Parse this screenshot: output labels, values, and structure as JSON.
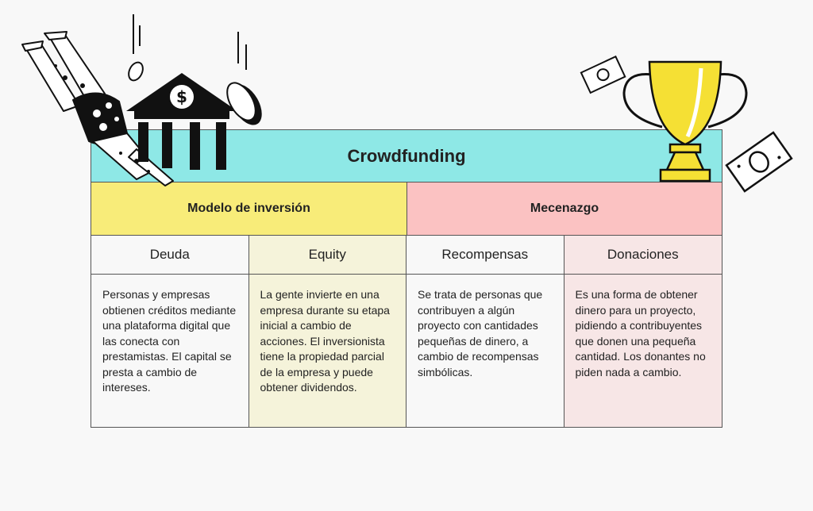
{
  "title": "Crowdfunding",
  "models": [
    {
      "label": "Modelo de inversión",
      "color": "#f8ec79"
    },
    {
      "label": "Mecenazgo",
      "color": "#fbc2c2"
    }
  ],
  "types": [
    {
      "name": "Deuda",
      "description": "Personas y empresas obtienen créditos mediante una plataforma digital que las conecta con prestamistas. El capital se presta a cambio de intereses."
    },
    {
      "name": "Equity",
      "description": "La gente invierte en una empresa durante su etapa inicial a cambio de acciones. El inversionista tiene la propiedad parcial de la empresa y puede obtener dividendos."
    },
    {
      "name": "Recompensas",
      "description": "Se trata de personas que contribuyen a algún proyecto con cantidades pequeñas de dinero, a cambio de recompensas simbólicas."
    },
    {
      "name": "Donaciones",
      "description": "Es una forma de obtener dinero para un proyecto, pidiendo a contribuyentes que donen una pequeña cantidad. Los donantes no piden nada a cambio."
    }
  ],
  "colors": {
    "title_bg": "#8ee8e6",
    "investment_bg": "#f8ec79",
    "patronage_bg": "#fbc2c2",
    "equity_bg": "#f5f3da",
    "donations_bg": "#f7e6e6"
  },
  "icons": [
    "diving-person-icon",
    "bank-icon",
    "dollar-icon",
    "coin-icon",
    "banknote-icon",
    "trophy-icon"
  ]
}
